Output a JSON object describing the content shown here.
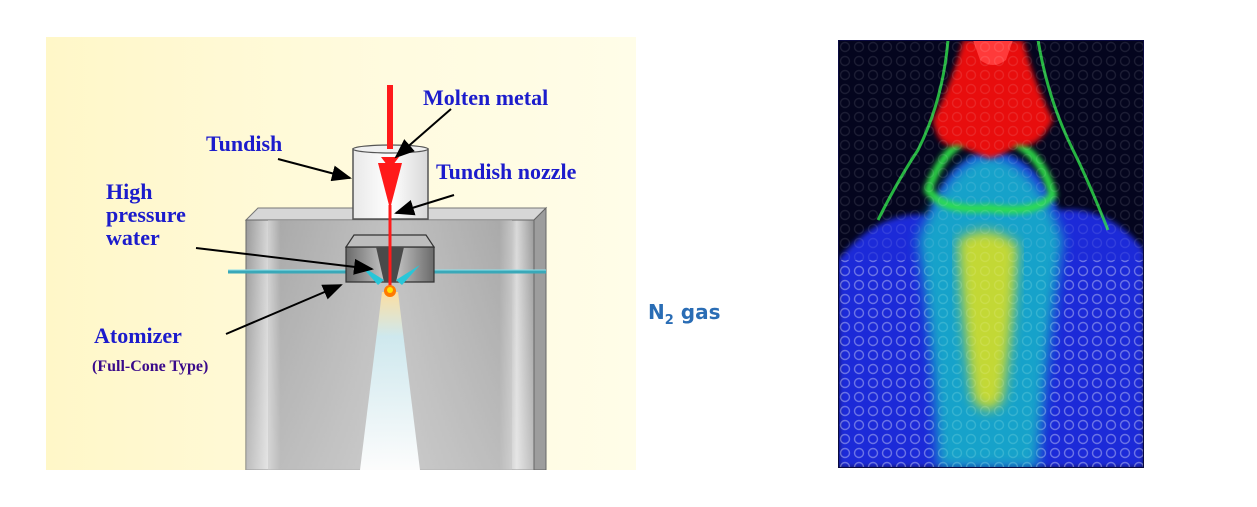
{
  "left_diagram": {
    "labels": {
      "molten_metal": "Molten metal",
      "tundish": "Tundish",
      "tundish_nozzle": "Tundish nozzle",
      "high_pressure_water_l1": "High",
      "high_pressure_water_l2": "pressure",
      "high_pressure_water_l3": "water",
      "atomizer": "Atomizer",
      "atomizer_type": "(Full-Cone Type)"
    },
    "colors": {
      "molten_stream": "#ff1a1a",
      "label": "#1c1ccc",
      "water_jet": "#29c6d8"
    }
  },
  "gas_label": {
    "main": "N",
    "subscript": "2",
    "suffix": " gas"
  },
  "right_image": {
    "description_icon": "thermal-simulation-image"
  }
}
